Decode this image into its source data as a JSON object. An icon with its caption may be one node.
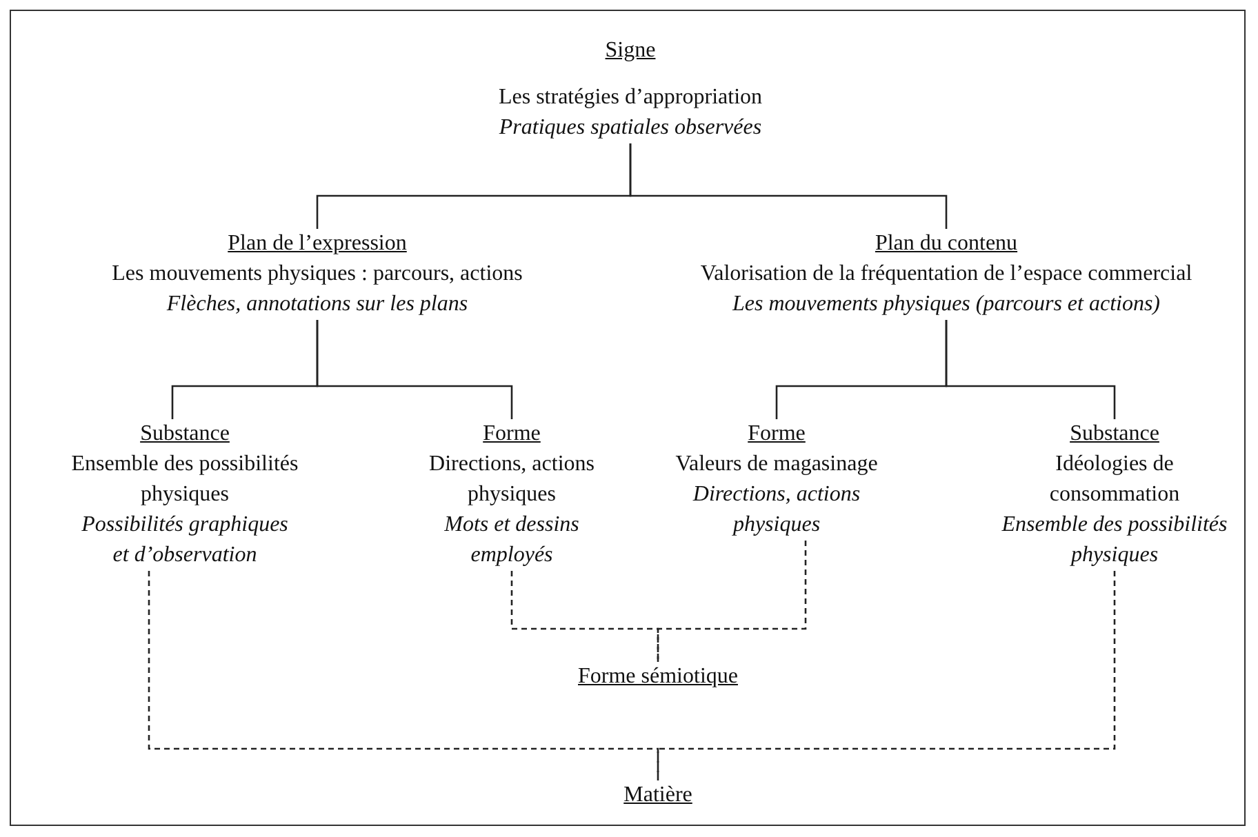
{
  "diagram": {
    "nodes": [
      {
        "text": [
          "Signe",
          "Les stratégies d’appropriation",
          "Pratiques spatiales observées"
        ]
      },
      {
        "text": [
          "Plan de l’expression",
          "Les mouvements physiques : parcours, actions",
          "Flèches, annotations sur les plans"
        ]
      },
      {
        "text": [
          "Plan du contenu",
          "Valorisation de la fréquentation de l’espace commercial",
          "Les mouvements physiques (parcours et actions)"
        ]
      },
      {
        "text": [
          "Substance",
          "Ensemble des possibilités physiques",
          "Possibilités graphiques et d’observation"
        ]
      },
      {
        "text": [
          "Forme",
          "Directions, actions physiques",
          "Mots et dessins employés"
        ]
      },
      {
        "text": [
          "Forme",
          "Valeurs de magasinage",
          "Directions, actions physiques"
        ]
      },
      {
        "text": [
          "Substance",
          "Idéologies de consommation",
          "Ensemble des possibilités physiques"
        ]
      },
      {
        "text": [
          "Forme sémiotique"
        ]
      },
      {
        "text": [
          "Matière"
        ]
      }
    ],
    "edges": [
      {
        "from": 0,
        "to": 1,
        "arrow": "none"
      },
      {
        "from": 0,
        "to": 2,
        "arrow": "none"
      },
      {
        "from": 1,
        "to": 3,
        "arrow": "none"
      },
      {
        "from": 1,
        "to": 4,
        "arrow": "none"
      },
      {
        "from": 2,
        "to": 5,
        "arrow": "none"
      },
      {
        "from": 2,
        "to": 6,
        "arrow": "none"
      },
      {
        "from": 4,
        "to": 7,
        "arrow": "none",
        "style": "dashed"
      },
      {
        "from": 5,
        "to": 7,
        "arrow": "none",
        "style": "dashed"
      },
      {
        "from": 3,
        "to": 8,
        "arrow": "none",
        "style": "dashed"
      },
      {
        "from": 6,
        "to": 8,
        "arrow": "none",
        "style": "dashed"
      }
    ]
  }
}
